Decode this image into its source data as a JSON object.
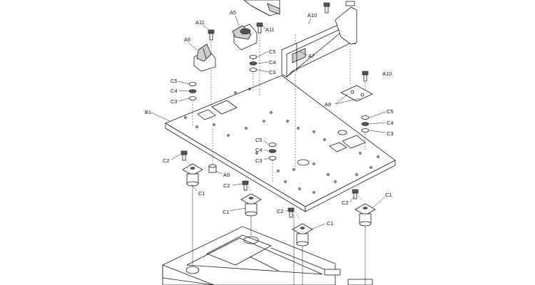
{
  "labels": {
    "a11_left": "A11",
    "a11_right": "A11",
    "a5": "A5",
    "a10_top": "A10",
    "a10_right": "A10",
    "a6": "A6",
    "a7": "A7",
    "a8": "A8",
    "a9": "A9",
    "b1": "B1",
    "c5_center": "C5",
    "c4_center": "C4",
    "c3_center": "C3",
    "c5_left": "C5",
    "c4_left": "C4",
    "c3_left": "C3",
    "c5_right": "C5",
    "c4_right": "C4",
    "c3_right": "C3",
    "c5_mid": "C5",
    "c4_mid": "C4",
    "c3_mid": "C3",
    "c2_left": "C2",
    "c1_left": "C1",
    "c2_mid": "C2",
    "c1_mid": "C1",
    "c2_lower": "C2",
    "c1_lower": "C1",
    "c2_right": "C2",
    "c1_right": "C1"
  }
}
